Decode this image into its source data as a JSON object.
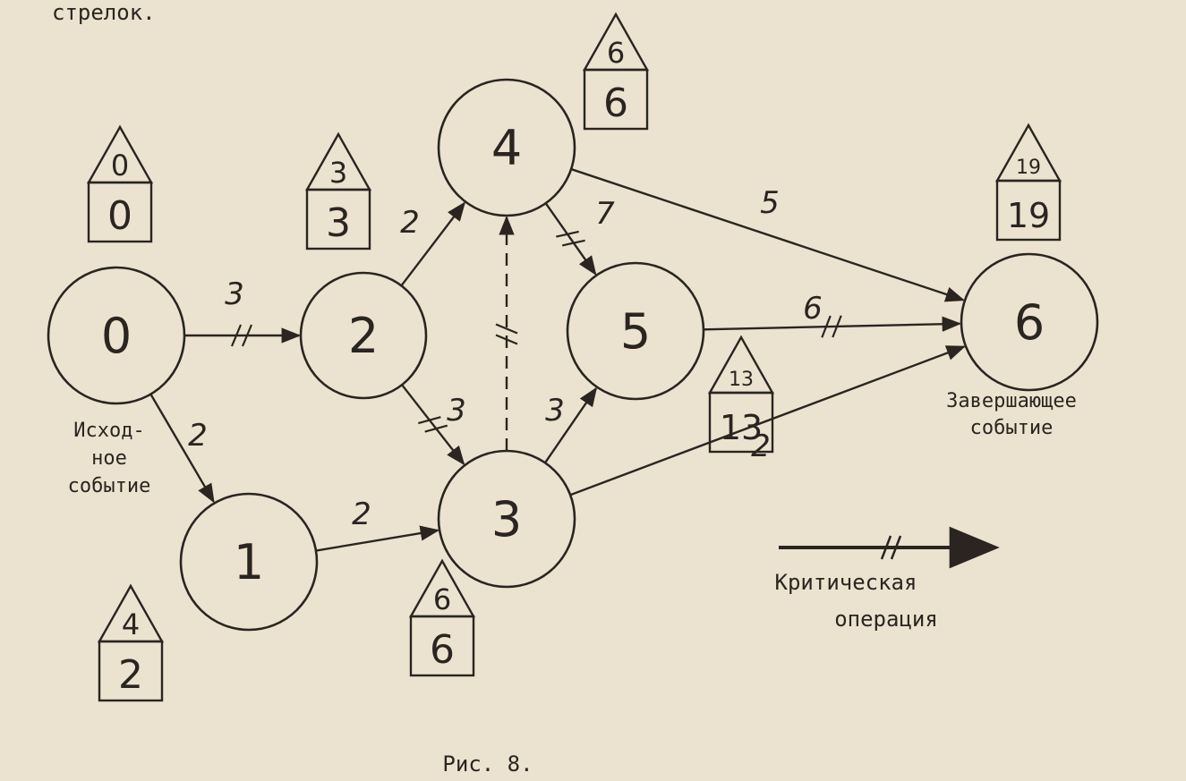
{
  "header_fragment": "стрелок.",
  "nodes": [
    {
      "id": "0"
    },
    {
      "id": "1"
    },
    {
      "id": "2"
    },
    {
      "id": "3"
    },
    {
      "id": "4"
    },
    {
      "id": "5"
    },
    {
      "id": "6"
    }
  ],
  "event_markers": [
    {
      "node": "0",
      "early": "0",
      "late": "0"
    },
    {
      "node": "1",
      "early": "4",
      "late": "2"
    },
    {
      "node": "2",
      "early": "3",
      "late": "3"
    },
    {
      "node": "3",
      "early": "6",
      "late": "6"
    },
    {
      "node": "4",
      "early": "6",
      "late": "6"
    },
    {
      "node": "5",
      "early": "13",
      "late": "13"
    },
    {
      "node": "6",
      "early": "19",
      "late": "19"
    }
  ],
  "edges": [
    {
      "from": "0",
      "to": "2",
      "duration": "3",
      "critical": true
    },
    {
      "from": "0",
      "to": "1",
      "duration": "2",
      "critical": false
    },
    {
      "from": "1",
      "to": "3",
      "duration": "2",
      "critical": false
    },
    {
      "from": "2",
      "to": "4",
      "duration": "2",
      "critical": false
    },
    {
      "from": "2",
      "to": "3",
      "duration": "3",
      "critical": true
    },
    {
      "from": "3",
      "to": "4",
      "duration": "",
      "critical": true,
      "dashed": true
    },
    {
      "from": "3",
      "to": "5",
      "duration": "3",
      "critical": false
    },
    {
      "from": "4",
      "to": "5",
      "duration": "7",
      "critical": true
    },
    {
      "from": "4",
      "to": "6",
      "duration": "5",
      "critical": false
    },
    {
      "from": "5",
      "to": "6",
      "duration": "6",
      "critical": true
    },
    {
      "from": "3",
      "to": "6",
      "duration": "2",
      "critical": false
    }
  ],
  "labels": {
    "source_event": [
      "Исход-",
      "ное",
      "событие"
    ],
    "final_event": [
      "Завершающее",
      "событие"
    ],
    "legend": [
      "Критическая",
      "операция"
    ]
  },
  "caption": "Рис. 8.",
  "colors": {
    "ink": "#2a2521",
    "paper": "#ebe3cf"
  }
}
